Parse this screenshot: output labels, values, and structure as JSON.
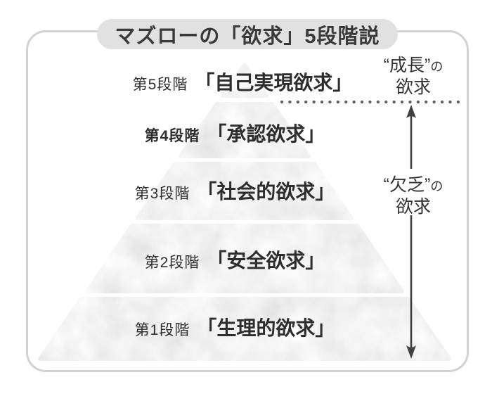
{
  "title": "マズローの「欲求」5段階説",
  "pyramid": {
    "levels": [
      {
        "stage": "第5段階",
        "need": "「自己実現欲求」"
      },
      {
        "stage": "第4段階",
        "need": "「承認欲求」"
      },
      {
        "stage": "第3段階",
        "need": "「社会的欲求」"
      },
      {
        "stage": "第2段階",
        "need": "「安全欲求」"
      },
      {
        "stage": "第1段階",
        "need": "「生理的欲求」"
      }
    ]
  },
  "annotations": {
    "growth": {
      "quoted": "“成長”",
      "particle": "の",
      "line2": "欲求"
    },
    "deficiency": {
      "quoted": "“欠乏”",
      "particle": "の",
      "line2": "欲求"
    }
  },
  "colors": {
    "text": "#2d2d2d",
    "pill_bg": "#e1e1e1",
    "border": "#d2d2d2",
    "pyramid_fill": "#d7d7d7",
    "dots": "#5f5f5f",
    "arrow": "#404040"
  }
}
